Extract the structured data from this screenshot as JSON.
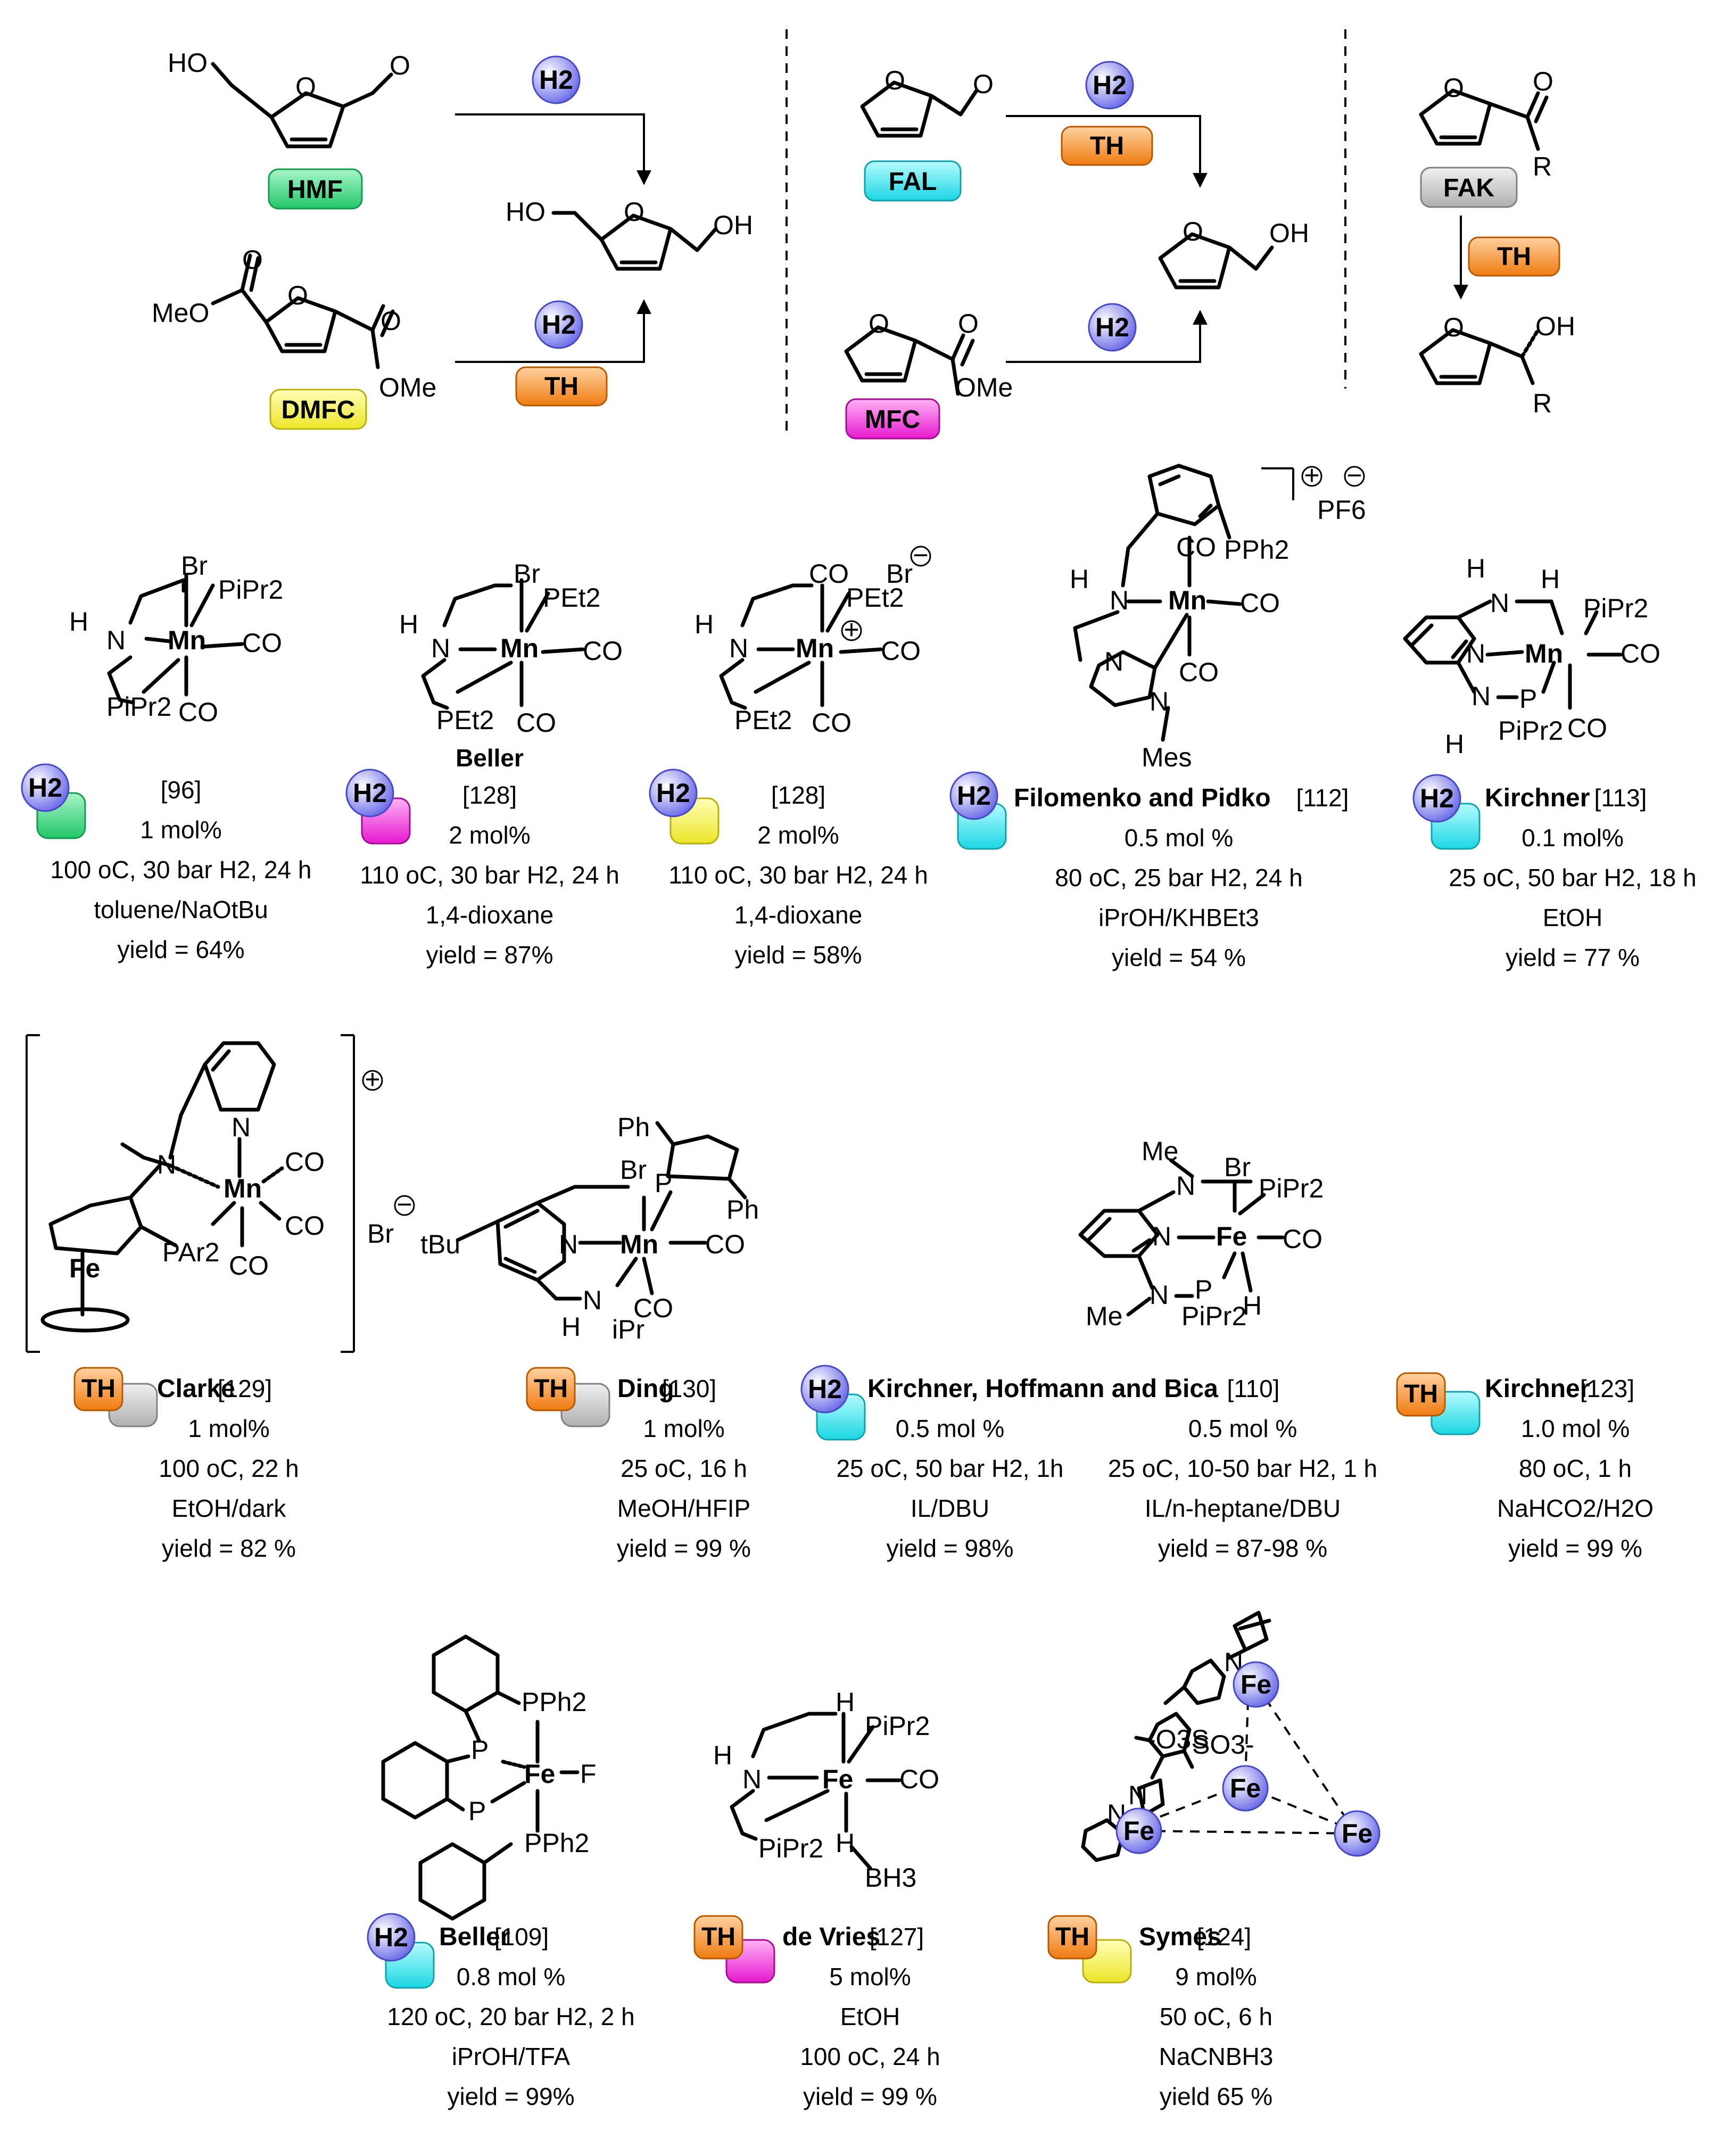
{
  "colors": {
    "hmf": "#3ddc84",
    "fal": "#33e6ef",
    "dmfc": "#f3f048",
    "mfc": "#f22cdc",
    "fak": "#c4c4c4",
    "th": "#f28a20",
    "h2": "#8c8cf0",
    "cyan": "#33e6ef",
    "magenta": "#f22cdc",
    "yellow": "#f3f048",
    "green": "#3ddc84",
    "grey": "#c4c4c4"
  },
  "badges": {
    "hmf": "HMF",
    "fal": "FAL",
    "dmfc": "DMFC",
    "mfc": "MFC",
    "fak": "FAK",
    "th": "TH",
    "h2": "H2"
  },
  "atoms": {
    "ho": "HO",
    "oh": "OH",
    "o": "O",
    "meo": "MeO",
    "ome": "OMe",
    "r": "R",
    "br": "Br",
    "mn": "Mn",
    "fe": "Fe",
    "co": "CO",
    "n": "N",
    "h": "H",
    "p": "P",
    "f": "F",
    "pipr2": "PiPr2",
    "pet2": "PEt2",
    "pph2": "PPh2",
    "par2": "PAr2",
    "pf6": "PF6",
    "mes": "Mes",
    "me": "Me",
    "ph": "Ph",
    "tbu": "tBu",
    "ipr": "iPr",
    "bh3": "BH3",
    "so3": "-O3S",
    "so3b": "SO3-",
    "plus": "+",
    "minus": "−"
  },
  "catalysts": [
    {
      "author": "",
      "ref": "[96]",
      "loading": "1 mol%",
      "conditions": "100 oC, 30 bar H2, 24 h",
      "solvent": "toluene/NaOtBu",
      "yield": "yield = 64%"
    },
    {
      "author": "Beller",
      "ref": "[128]",
      "loading": "2 mol%",
      "conditions": "110 oC, 30 bar H2, 24 h",
      "solvent": "1,4-dioxane",
      "yield": "yield = 87%"
    },
    {
      "author": "",
      "ref": "[128]",
      "loading": "2 mol%",
      "conditions": "110 oC, 30 bar H2, 24 h",
      "solvent": "1,4-dioxane",
      "yield": "yield = 58%"
    },
    {
      "author": "Filomenko and Pidko",
      "ref": "[112]",
      "loading": "0.5 mol %",
      "conditions": "80 oC, 25 bar H2, 24 h",
      "solvent": "iPrOH/KHBEt3",
      "yield": "yield =  54 %"
    },
    {
      "author": "Kirchner",
      "ref": "[113]",
      "loading": "0.1 mol%",
      "conditions": "25 oC, 50 bar H2, 18 h",
      "solvent": "EtOH",
      "yield": "yield = 77 %"
    },
    {
      "author": "Clarke",
      "ref": "[129]",
      "loading": "1 mol%",
      "conditions": "100 oC, 22 h",
      "solvent": "EtOH/dark",
      "yield": "yield = 82 %"
    },
    {
      "author": "Ding",
      "ref": "[130]",
      "loading": "1 mol%",
      "conditions": "25 oC, 16 h",
      "solvent": "MeOH/HFIP",
      "yield": "yield = 99 %"
    },
    {
      "author": "Kirchner, Hoffmann and Bica",
      "ref": "[110]",
      "loading": "0.5 mol %",
      "conditions": "25 oC, 50 bar H2, 1h",
      "solvent": "IL/DBU",
      "yield": "yield = 98%",
      "loading2": "0.5 mol %",
      "conditions2": "25 oC, 10-50 bar H2, 1 h",
      "solvent2": "IL/n-heptane/DBU",
      "yield2": "yield =  87-98 %"
    },
    {
      "author": "Kirchner",
      "ref": "[123]",
      "loading": "1.0 mol %",
      "conditions": "80 oC, 1 h",
      "solvent": "NaHCO2/H2O",
      "yield": "yield =  99 %"
    },
    {
      "author": "Beller",
      "ref": "[109]",
      "loading": "0.8 mol %",
      "conditions": "120 oC, 20 bar H2, 2 h",
      "solvent": "iPrOH/TFA",
      "yield": "yield = 99%"
    },
    {
      "author": "de Vries",
      "ref": "[127]",
      "loading": "5 mol%",
      "conditions": "EtOH",
      "solvent": "100 oC, 24 h",
      "yield": "yield = 99 %"
    },
    {
      "author": "Symes",
      "ref": "[124]",
      "loading": "9 mol%",
      "conditions": "50 oC, 6 h",
      "solvent": "NaCNBH3",
      "yield": "yield 65 %"
    }
  ]
}
